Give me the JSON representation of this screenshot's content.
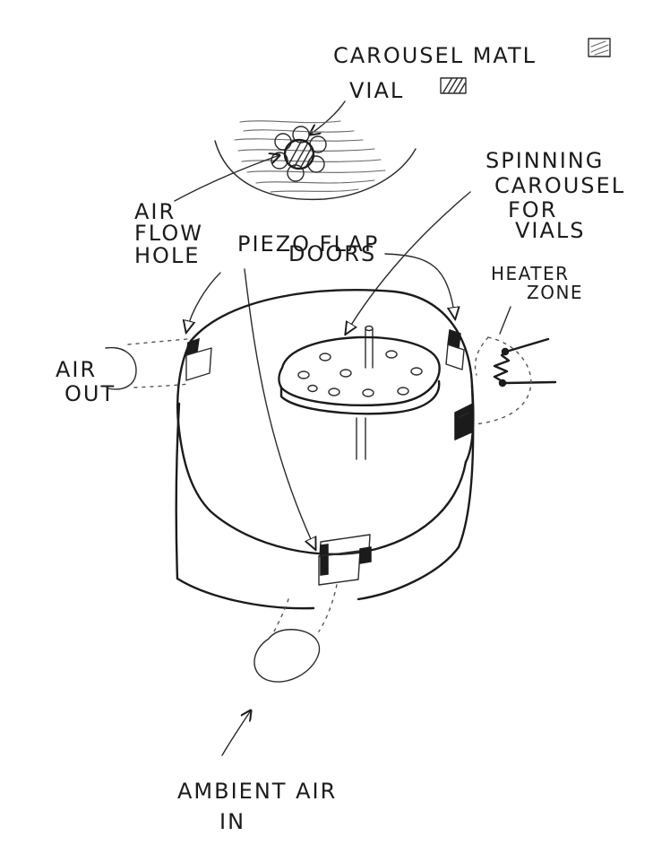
{
  "labels": {
    "carousel_matl": "CAROUSEL MATL",
    "vial": "VIAL",
    "spinning_carousel": [
      "SPINNING",
      "CAROUSEL",
      "FOR",
      "VIALS"
    ],
    "air_flow_hole": [
      "AIR",
      "FLOW",
      "HOLE"
    ],
    "piezo_flap_doors": [
      "PIEZO FLAP",
      "DOORS"
    ],
    "heater_zone": [
      "HEATER",
      "ZONE"
    ],
    "air_out": [
      "AIR",
      "OUT"
    ],
    "ambient_air_in": [
      "AMBIENT AIR",
      "IN"
    ]
  },
  "icons": {
    "legend_carousel_swatch": "hatched-square-icon",
    "legend_vial_swatch": "hatched-rectangle-icon",
    "heater": "heating-coil-icon"
  },
  "colors": {
    "ink": "#1b1b1b",
    "paper": "#ffffff"
  }
}
